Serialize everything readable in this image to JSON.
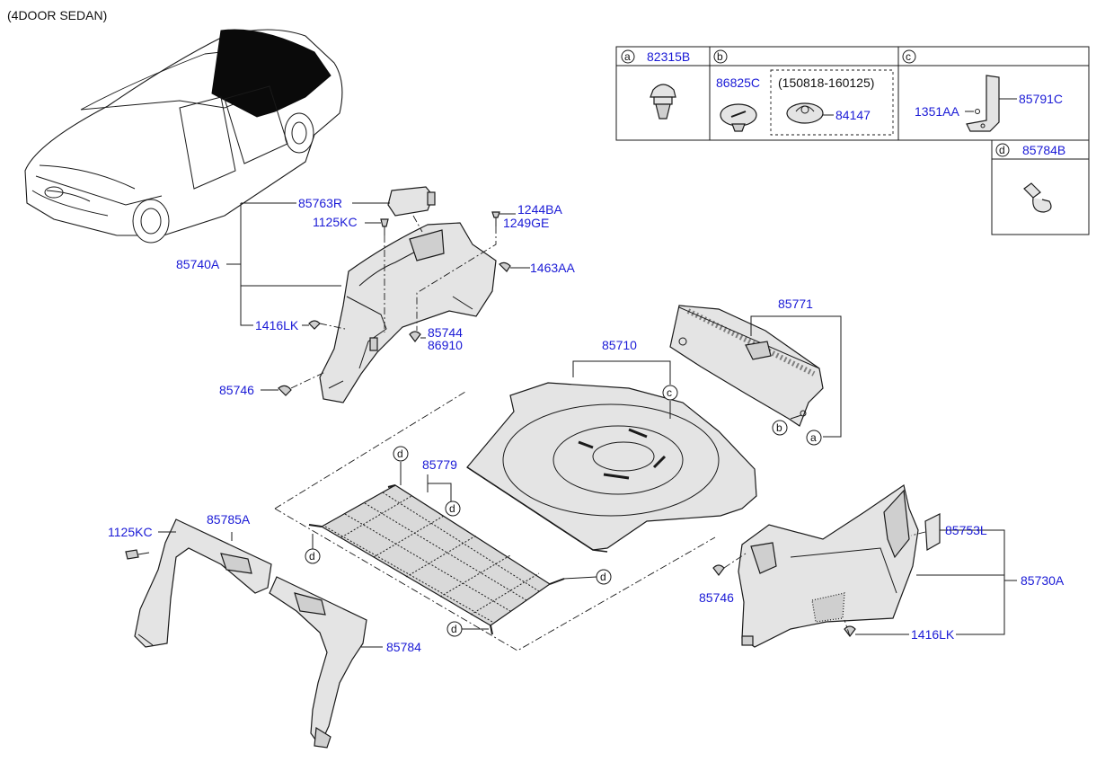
{
  "header": {
    "title": "(4DOOR SEDAN)"
  },
  "legend": {
    "a": {
      "letter": "a",
      "part": "82315B"
    },
    "b": {
      "letter": "b",
      "part1": "86825C",
      "range": "(150818-160125)",
      "part2": "84147"
    },
    "c": {
      "letter": "c",
      "part1": "1351AA",
      "part2": "85791C"
    },
    "d": {
      "letter": "d",
      "part": "85784B"
    }
  },
  "callouts": {
    "p85763R": "85763R",
    "p1125KC_top": "1125KC",
    "p1244BA": "1244BA",
    "p1249GE": "1249GE",
    "p85740A": "85740A",
    "p1463AA": "1463AA",
    "p1416LK_left": "1416LK",
    "p85744": "85744",
    "p86910": "86910",
    "p85746_left": "85746",
    "p85771": "85771",
    "p85710": "85710",
    "p85779": "85779",
    "p1125KC_bottom": "1125KC",
    "p85785A": "85785A",
    "p85784": "85784",
    "p85753L": "85753L",
    "p85730A": "85730A",
    "p85746_right": "85746",
    "p1416LK_right": "1416LK"
  },
  "markers": {
    "a": "a",
    "b": "b",
    "c": "c",
    "d": "d"
  }
}
